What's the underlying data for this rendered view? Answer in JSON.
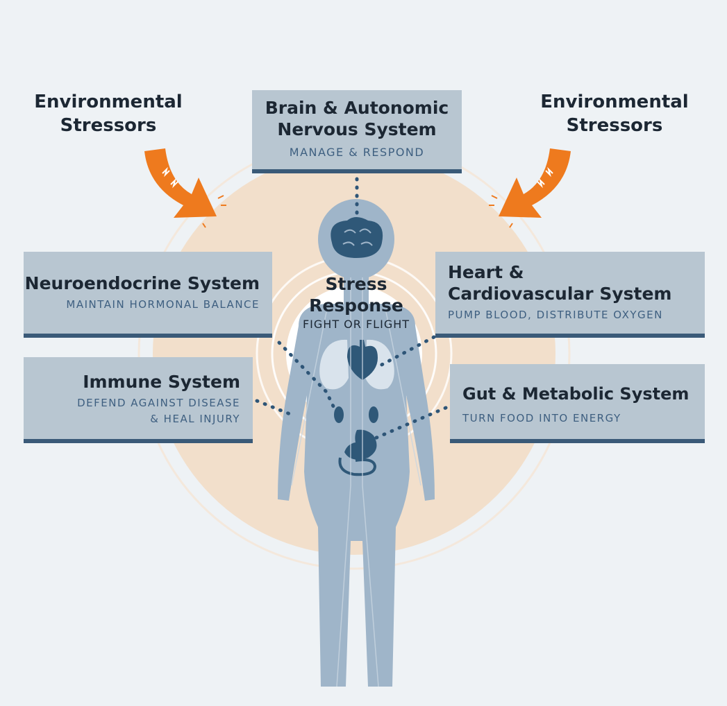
{
  "environment_left": "Environmental\nStressors",
  "environment_right": "Environmental\nStressors",
  "center": {
    "title": "Stress\nResponse",
    "subtitle": "FIGHT OR FLIGHT"
  },
  "systems": {
    "brain": {
      "title": "Brain & Autonomic\nNervous System",
      "subtitle": "MANAGE & RESPOND"
    },
    "neuroendocrine": {
      "title": "Neuroendocrine System",
      "subtitle": "MAINTAIN HORMONAL BALANCE"
    },
    "heart": {
      "title": "Heart &\nCardiovascular System",
      "subtitle": "PUMP BLOOD, DISTRIBUTE OXYGEN"
    },
    "immune": {
      "title": "Immune System",
      "subtitle": "DEFEND AGAINST DISEASE\n& HEAL INJURY"
    },
    "gut": {
      "title": "Gut & Metabolic System",
      "subtitle": "TURN FOOD INTO ENERGY"
    }
  },
  "colors": {
    "background": "#eef2f5",
    "halo": "#f2dfcb",
    "box_fill": "#b8c6d1",
    "box_rule": "#3a5a78",
    "body_fill": "#9fb5c9",
    "organ_fill": "#2f5878",
    "lung_fill": "#d9e3ec",
    "arrow_orange": "#ee7a1e",
    "dot_color": "#2e5577"
  },
  "icons": {
    "stress_arrow": "curved-arrow-icon",
    "lightning": "lightning-icon",
    "brain": "brain-icon",
    "heart": "heart-icon",
    "lungs": "lungs-icon",
    "kidneys": "kidney-icon",
    "stomach": "stomach-icon",
    "intestines": "intestine-icon"
  }
}
